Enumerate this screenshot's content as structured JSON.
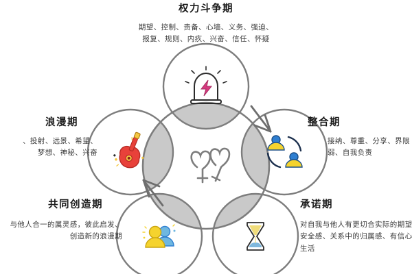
{
  "diagram": {
    "title_semantic": "relationship-stages-cycle",
    "center": {
      "icon": "two-hearts-gender-symbols-icon",
      "description": "two interlocking hearts with female and male gender symbol tails"
    },
    "colors": {
      "stroke_gray": "#7d7d7d",
      "lens_fill": "#c9c9c9",
      "background": "#ffffff",
      "text_dark": "#1a1a1a",
      "text_body": "#3a3a3a",
      "accent_red": "#e8413a",
      "accent_yellow": "#f5d32e",
      "accent_blue": "#2f7fd1",
      "accent_pink": "#d6397f",
      "accent_lightblue": "#6fb7e0",
      "icon_outline": "#1f3a5f"
    },
    "phases": [
      {
        "id": "power-struggle",
        "position": "top",
        "title": "权力斗争期",
        "icon": "alarm-siren-lightning-icon",
        "desc_lines": [
          "期望、控制、责备、心墙、义务、强迫、",
          "报复、规则、内疚、兴奋、信任、怀疑"
        ]
      },
      {
        "id": "romance",
        "position": "left",
        "title": "浪漫期",
        "icon": "guitar-icon",
        "desc_lines": [
          "、投射、远景、希望、",
          "梦想、神秘、兴奋"
        ]
      },
      {
        "id": "integration",
        "position": "right",
        "title": "整合期",
        "icon": "two-people-exchange-icon",
        "desc_lines": [
          "接纳、尊重、分享、界限",
          "弱、自我负责"
        ]
      },
      {
        "id": "co-creation",
        "position": "bottom-left",
        "title": "共同创造期",
        "icon": "two-people-together-icon",
        "desc_lines": [
          "与他人合一的属灵感，彼此启发、",
          "创造新的浪漫期"
        ]
      },
      {
        "id": "commitment",
        "position": "bottom-right",
        "title": "承诺期",
        "icon": "hourglass-icon",
        "desc_lines": [
          "对自我与他人有更切合实际的期望",
          "安全感、关系中的归属感、有信心",
          "生活"
        ]
      }
    ],
    "arrows": [
      {
        "id": "arrow-top-right",
        "direction": "clockwise-downright"
      },
      {
        "id": "arrow-bottom-left",
        "direction": "clockwise-upleft"
      }
    ]
  }
}
